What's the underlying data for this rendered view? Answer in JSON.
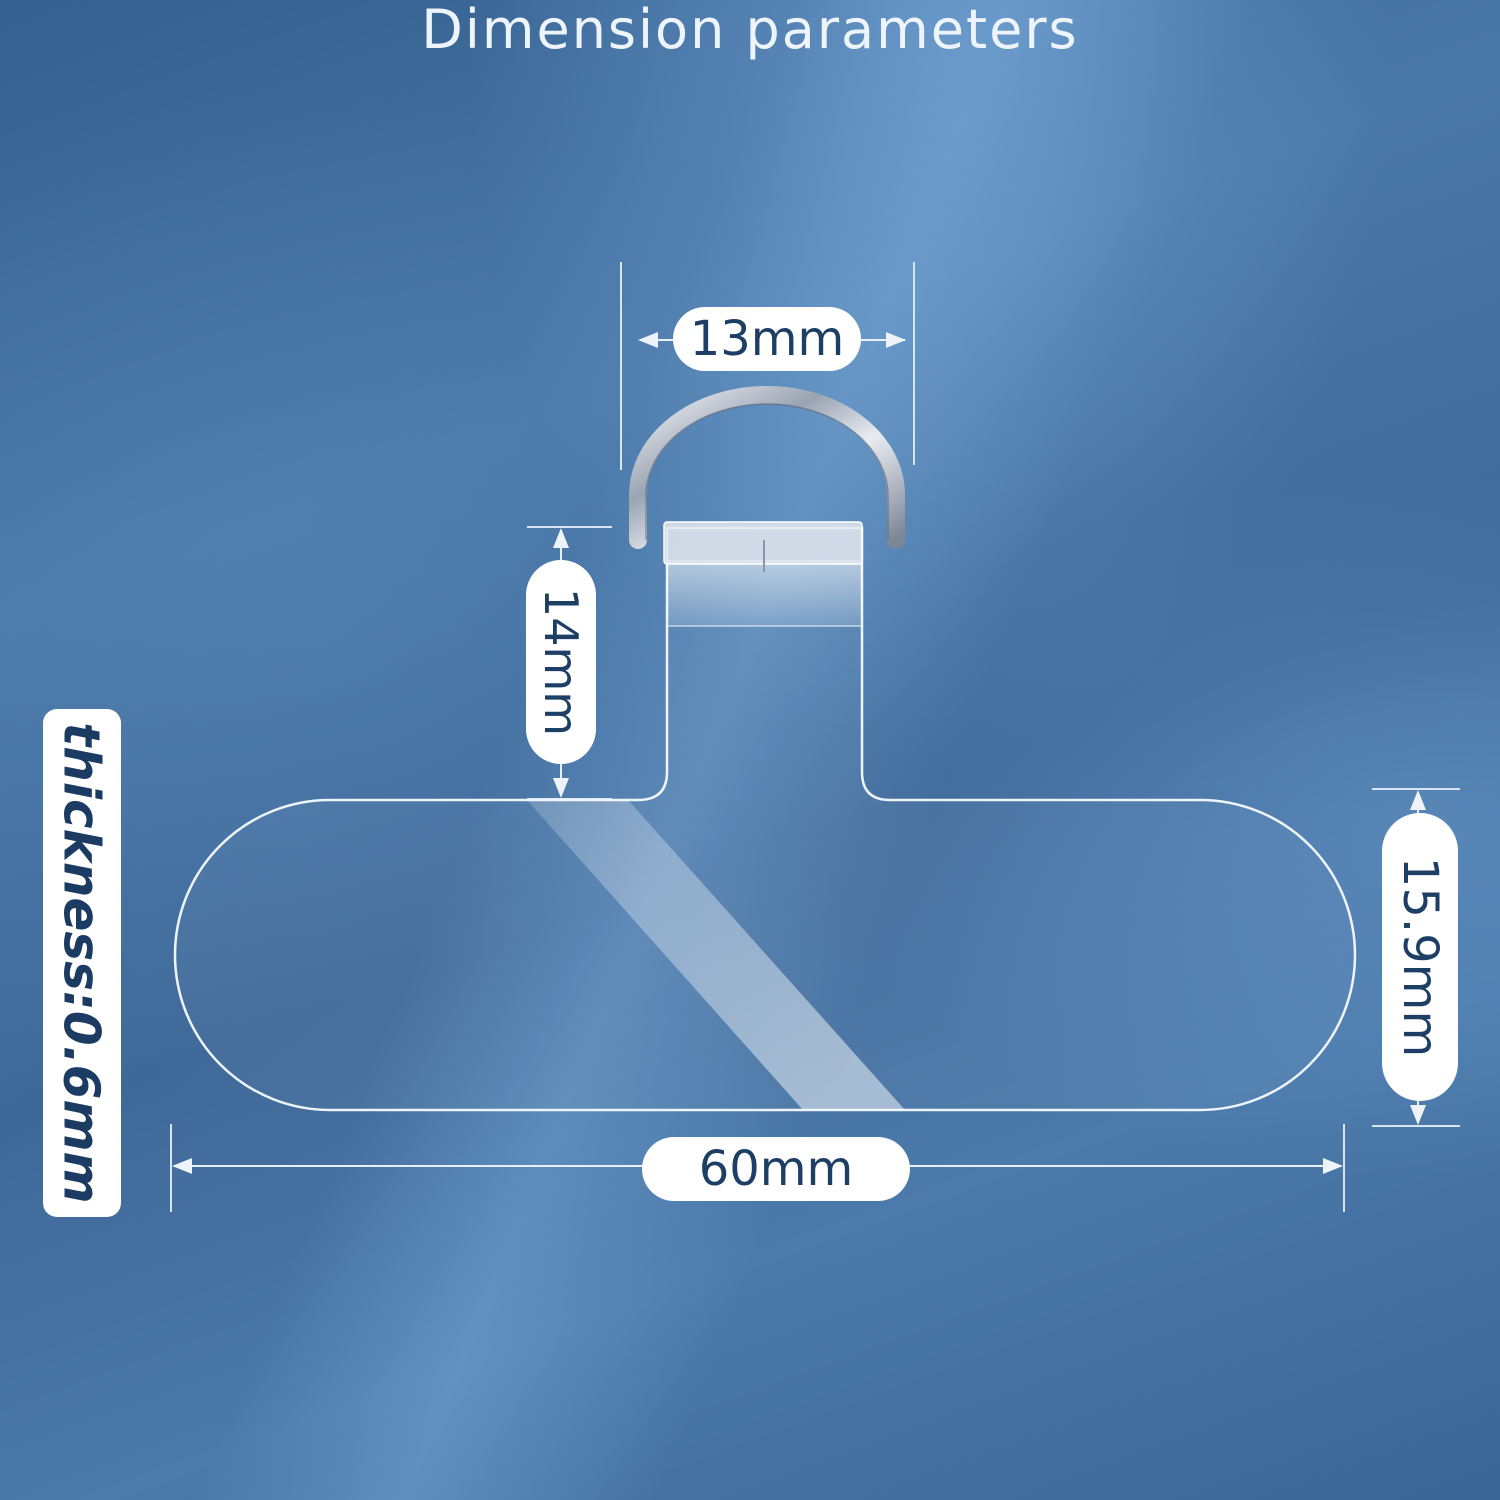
{
  "title": "Dimension parameters",
  "dimensions": {
    "ring_width": "13mm",
    "tab_height": "14mm",
    "total_width": "60mm",
    "pad_height": "15.9mm",
    "thickness": "thickness:0.6mm"
  },
  "colors": {
    "background": "#41699a",
    "label_fill": "#ffffff",
    "label_text": "#1d3f66",
    "outline": "#e6eef8"
  }
}
